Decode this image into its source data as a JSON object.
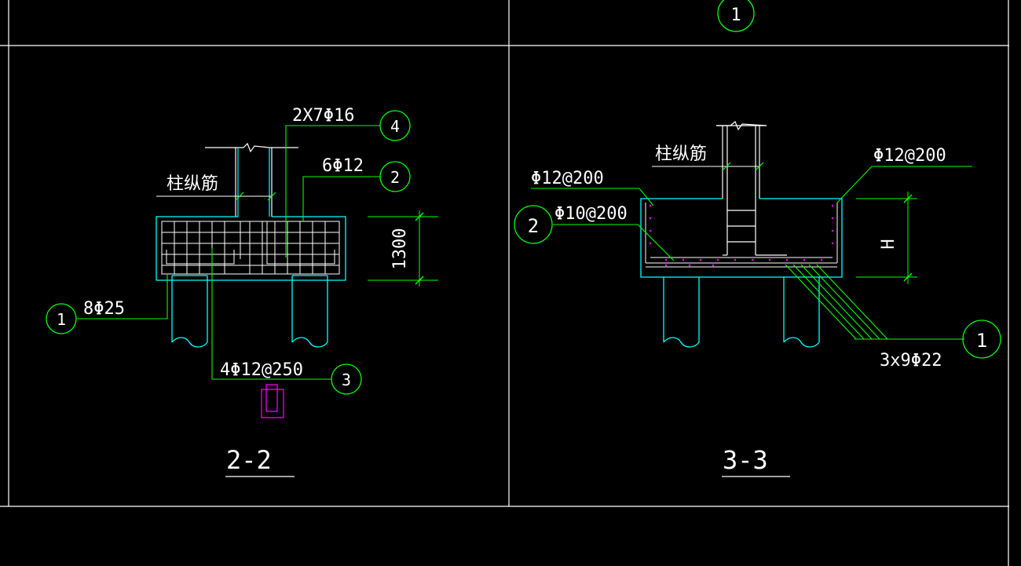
{
  "colors": {
    "background": "#000000",
    "frame": "#ffffff",
    "concrete": "#00ffff",
    "rebar": "#ffffff",
    "leader": "#00ff00",
    "bubble": "#00ff00",
    "magenta": "#ff00ff",
    "text": "#ffffff"
  },
  "top_bubble": {
    "number": "1"
  },
  "section_2_2": {
    "title": "2-2",
    "col_rebar_label": "柱纵筋",
    "dimension": "1300",
    "callouts": [
      {
        "number": "4",
        "text": "2X7Φ16"
      },
      {
        "number": "2",
        "text": "6Φ12"
      },
      {
        "number": "1",
        "text": "8Φ25"
      },
      {
        "number": "3",
        "text": "4Φ12@250"
      }
    ]
  },
  "section_3_3": {
    "title": "3-3",
    "col_rebar_label": "柱纵筋",
    "dimension": "H",
    "callouts": [
      {
        "number": "",
        "text": "Φ12@200"
      },
      {
        "number": "",
        "text": "Φ12@200"
      },
      {
        "number": "2",
        "text": "Φ10@200"
      },
      {
        "number": "1",
        "text": "3x9Φ22"
      }
    ]
  }
}
